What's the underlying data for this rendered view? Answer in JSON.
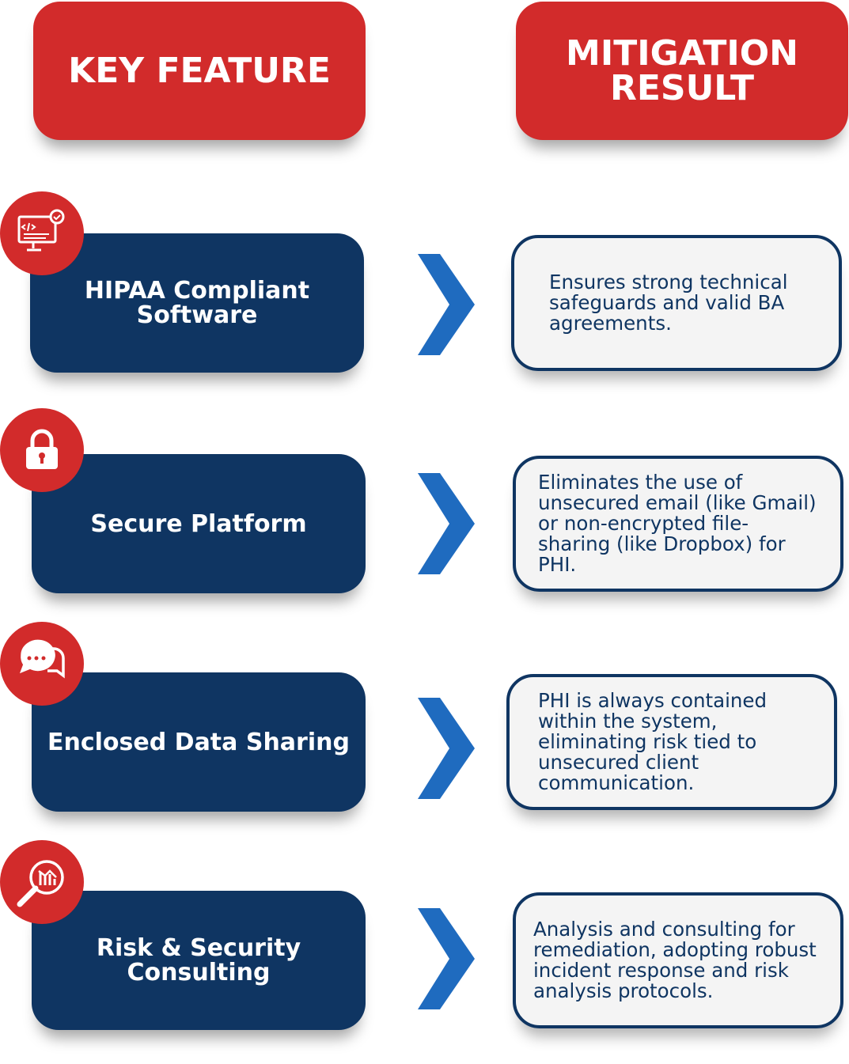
{
  "headers": {
    "key_feature": "KEY FEATURE",
    "mitigation_result": "MITIGATION RESULT"
  },
  "rows": [
    {
      "icon": "code-monitor-gear-icon",
      "feature": "HIPAA Compliant Software",
      "result": "Ensures strong technical safeguards and valid BA agreements."
    },
    {
      "icon": "padlock-icon",
      "feature": "Secure Platform",
      "result": "Eliminates the use of unsecured email (like Gmail) or non-encrypted file-sharing (like Dropbox) for PHI."
    },
    {
      "icon": "chat-bubbles-icon",
      "feature": "Enclosed Data Sharing",
      "result": "PHI is always contained within the system, eliminating risk tied to unsecured client communication."
    },
    {
      "icon": "magnifier-chart-icon",
      "feature": "Risk & Security Consulting",
      "result": "Analysis and consulting for remediation, adopting robust incident response and risk analysis protocols."
    }
  ],
  "colors": {
    "red": "#d22b2b",
    "navy": "#0f3562",
    "chevron": "#1f6bbf",
    "result_bg": "#f4f4f4"
  }
}
